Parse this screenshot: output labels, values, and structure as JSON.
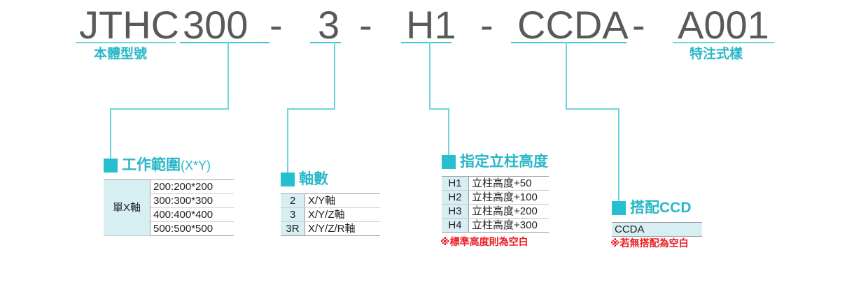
{
  "model_code": {
    "segments": [
      {
        "text": "JTHC",
        "caption": "本體型號"
      },
      {
        "text": "300",
        "caption": ""
      },
      {
        "text": "3",
        "caption": ""
      },
      {
        "text": "H1",
        "caption": ""
      },
      {
        "text": "CCDA",
        "caption": ""
      },
      {
        "text": "A001",
        "caption": "特注式樣"
      }
    ],
    "separator": "-"
  },
  "groups": [
    {
      "marker": "square-marker-icon",
      "title": "工作範圍",
      "title_suffix": "(X*Y)",
      "table": {
        "merged_key": "單X軸",
        "rows": [
          {
            "value": "200:200*200"
          },
          {
            "value": "300:300*300"
          },
          {
            "value": "400:400*400"
          },
          {
            "value": "500:500*500"
          }
        ]
      },
      "note": ""
    },
    {
      "marker": "square-marker-icon",
      "title": "軸數",
      "title_suffix": "",
      "table": {
        "rows": [
          {
            "key": "2",
            "value": "X/Y軸"
          },
          {
            "key": "3",
            "value": "X/Y/Z軸"
          },
          {
            "key": "3R",
            "value": "X/Y/Z/R軸"
          }
        ]
      },
      "note": ""
    },
    {
      "marker": "square-marker-icon",
      "title": "指定立柱高度",
      "title_suffix": "",
      "table": {
        "rows": [
          {
            "key": "H1",
            "value": "立柱高度+50"
          },
          {
            "key": "H2",
            "value": "立柱高度+100"
          },
          {
            "key": "H3",
            "value": "立柱高度+200"
          },
          {
            "key": "H4",
            "value": "立柱高度+300"
          }
        ]
      },
      "note": "※標準高度則為空白"
    },
    {
      "marker": "square-marker-icon",
      "title": "搭配CCD",
      "title_suffix": "",
      "table": {
        "rows": [
          {
            "value": "CCDA"
          }
        ]
      },
      "note": "※若無搭配為空白"
    }
  ],
  "colors": {
    "accent": "#29b7c8",
    "line": "#6fd4dd",
    "marker": "#24c0cf",
    "code_text": "#58595b",
    "note_red": "#ec1c24",
    "key_cell_bg": "#d7eef2"
  }
}
